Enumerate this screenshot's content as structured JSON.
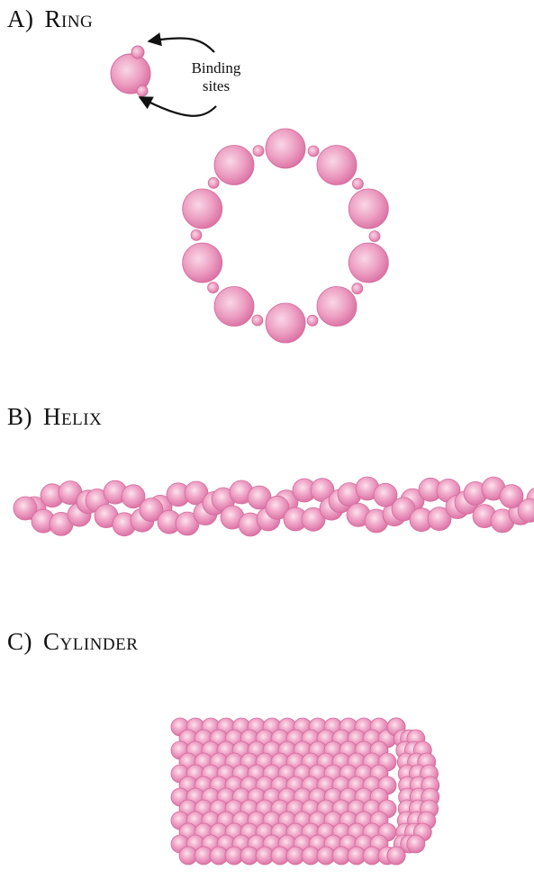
{
  "sections": {
    "ring": {
      "letter": "A)",
      "title": "Ring"
    },
    "helix": {
      "letter": "B)",
      "title": "Helix"
    },
    "cylinder": {
      "letter": "C)",
      "title": "Cylinder"
    }
  },
  "callout": {
    "line1": "Binding",
    "line2": "sites"
  },
  "colors": {
    "subunit": "#e58ab5",
    "subunit_light": "#f7d3e4",
    "subunit_edge": "#d46a9c"
  }
}
